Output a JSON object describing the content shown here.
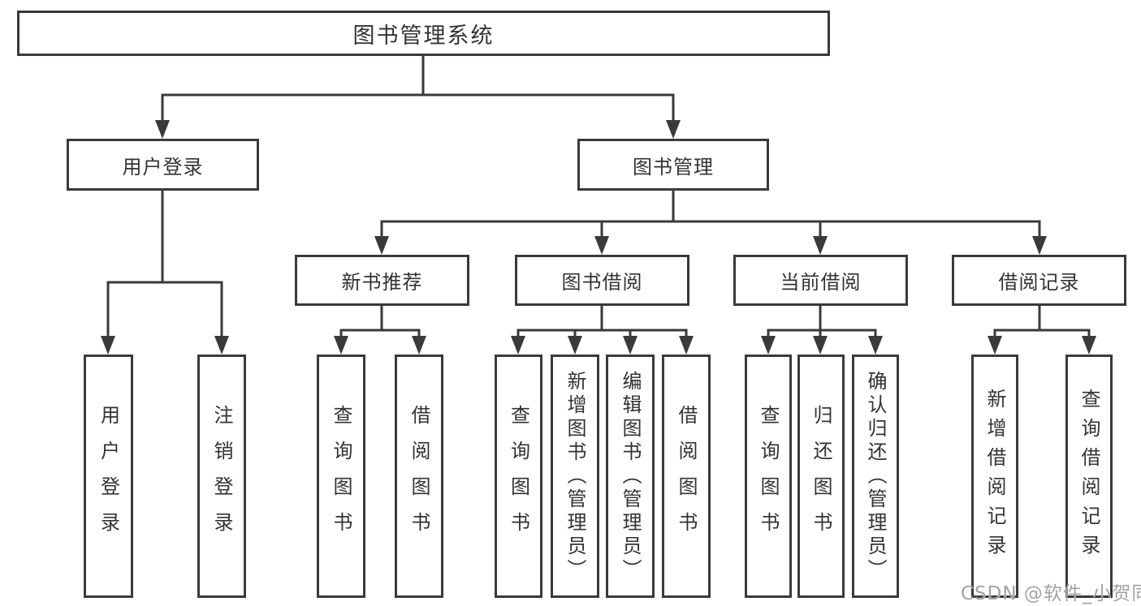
{
  "tree": {
    "root": "图书管理系统",
    "children": [
      {
        "label": "用户登录",
        "children": [
          "用户登录",
          "注销登录"
        ]
      },
      {
        "label": "图书管理",
        "children": [
          {
            "label": "新书推荐",
            "children": [
              "查询图书",
              "借阅图书"
            ]
          },
          {
            "label": "图书借阅",
            "children": [
              "查询图书",
              "新增图书（管理员）",
              "编辑图书（管理员）",
              "借阅图书"
            ]
          },
          {
            "label": "当前借阅",
            "children": [
              "查询图书",
              "归还图书",
              "确认归还（管理员）"
            ]
          },
          {
            "label": "借阅记录",
            "children": [
              "新增借阅记录",
              "查询借阅记录"
            ]
          }
        ]
      }
    ]
  },
  "watermark": {
    "text": "CSDN @软件_小贺同学"
  },
  "colors": {
    "line": "#3a3a3a",
    "box_border": "#3a3a3a",
    "text": "#333333",
    "watermark": "#a2a2a2",
    "background": "#ffffff"
  }
}
